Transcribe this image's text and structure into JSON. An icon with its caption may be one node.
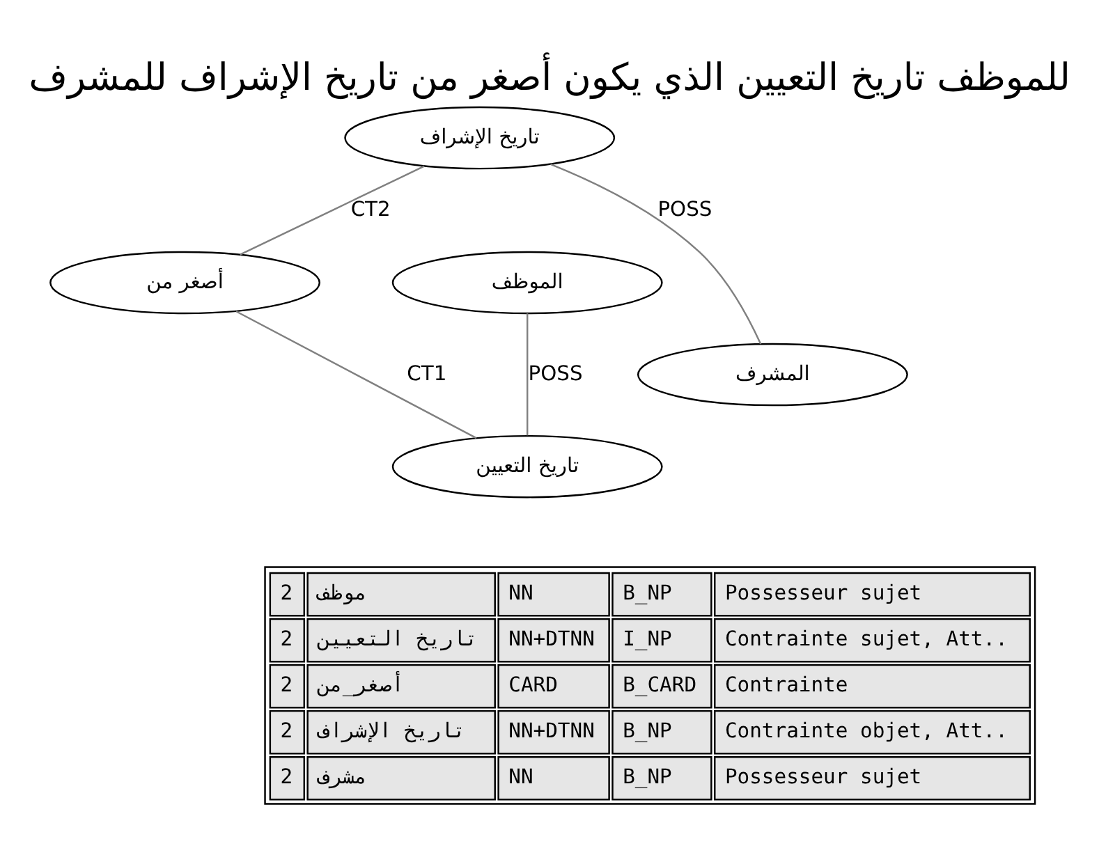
{
  "diagram": {
    "title": "للموظف تاريخ التعيين الذي يكون أصغر من تاريخ الإشراف للمشرف",
    "nodes": [
      {
        "text": [
          "أصغر من"
        ]
      },
      {
        "text": [
          "الموظف"
        ]
      },
      {
        "text": [
          "تاريخ الإشراف"
        ]
      },
      {
        "text": [
          "تاريخ التعيين"
        ]
      },
      {
        "text": [
          "المشرف"
        ]
      }
    ],
    "edges": [
      {
        "from": 2,
        "to": 0,
        "arrow": "none",
        "label": "CT2"
      },
      {
        "from": 0,
        "to": 3,
        "arrow": "none",
        "label": "CT1"
      },
      {
        "from": 1,
        "to": 3,
        "arrow": "none",
        "label": "POSS"
      },
      {
        "from": 2,
        "to": 4,
        "arrow": "none",
        "label": "POSS"
      }
    ],
    "labels": [
      "2",
      "موظف",
      "NN",
      "B_NP",
      "Possesseur sujet",
      "2",
      "تاريخ التعيين",
      "NN+DTNN",
      "I_NP",
      "Contrainte sujet, Att..",
      "2",
      "أصغر_من",
      "CARD",
      "B_CARD",
      "Contrainte",
      "2",
      "تاريخ الإشراف",
      "NN+DTNN",
      "B_NP",
      "Contrainte objet, Att..",
      "2",
      "مشرف",
      "NN",
      "B_NP",
      "Possesseur sujet"
    ]
  }
}
